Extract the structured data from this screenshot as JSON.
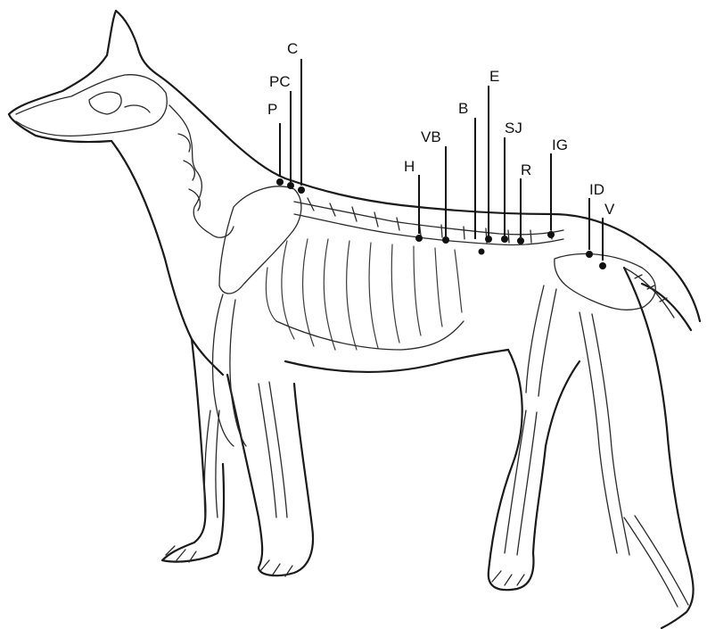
{
  "figure": {
    "subject": "dog skeleton lateral view with acupoint markers",
    "colors": {
      "ink": "#111111",
      "background": "#ffffff"
    }
  },
  "labels": {
    "C": "C",
    "PC": "PC",
    "P": "P",
    "E": "E",
    "B": "B",
    "VB": "VB",
    "SJ": "SJ",
    "H": "H",
    "R": "R",
    "IG": "IG",
    "ID": "ID",
    "V": "V"
  }
}
